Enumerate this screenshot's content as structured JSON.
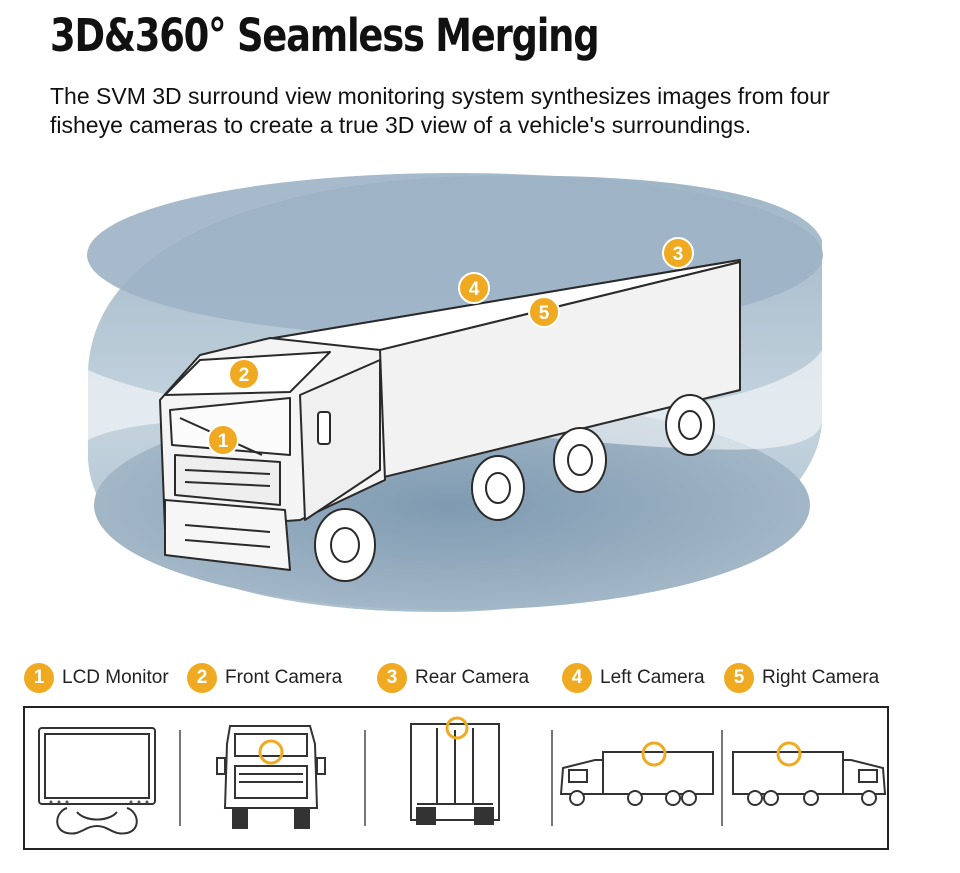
{
  "header": {
    "title": "3D&360° Seamless Merging",
    "description": "The SVM 3D surround view monitoring system synthesizes images from four fisheye cameras to create a true 3D view of a vehicle's surroundings."
  },
  "scene": {
    "markers": [
      "1",
      "2",
      "3",
      "4",
      "5"
    ]
  },
  "legend": {
    "items": [
      {
        "number": "1",
        "label": "LCD Monitor"
      },
      {
        "number": "2",
        "label": "Front Camera"
      },
      {
        "number": "3",
        "label": "Rear Camera"
      },
      {
        "number": "4",
        "label": "Left Camera"
      },
      {
        "number": "5",
        "label": "Right Camera"
      }
    ]
  },
  "colors": {
    "accent": "#f0aa22",
    "dome": "#a7bccb",
    "floor": "#8aa3b8",
    "outline": "#2a2a2a"
  }
}
